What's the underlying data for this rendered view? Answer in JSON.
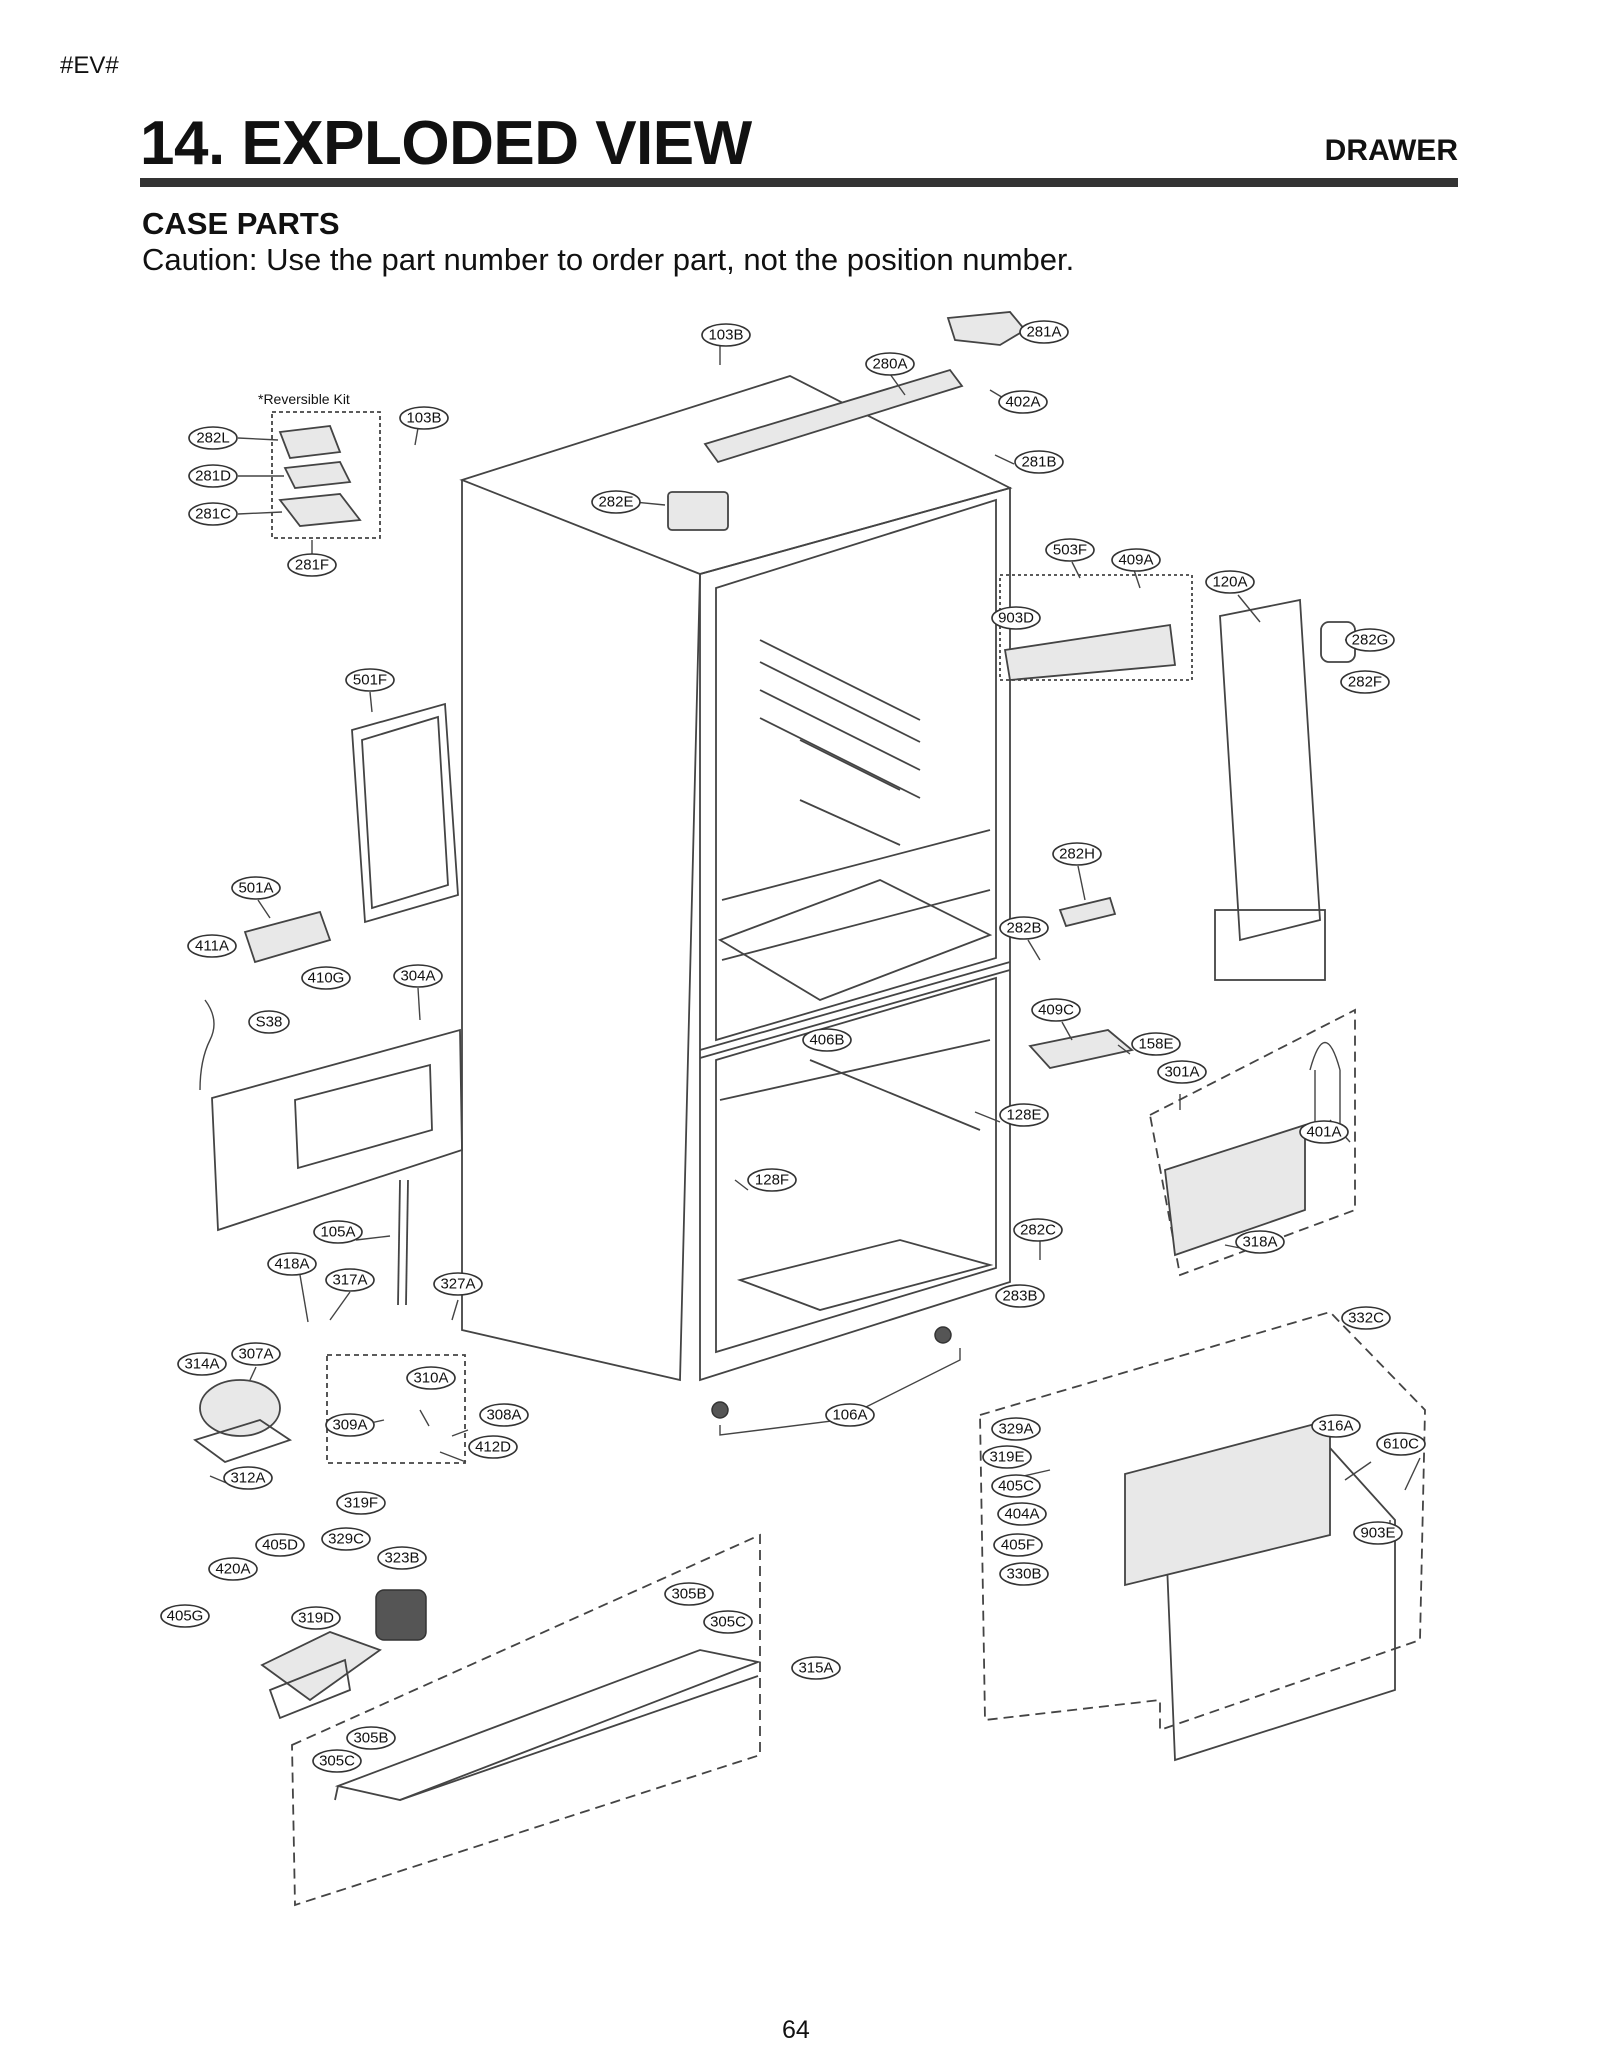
{
  "header": {
    "tag": "#EV#",
    "title": "14. EXPLODED VIEW",
    "section": "DRAWER",
    "subhead": "CASE PARTS",
    "caution": "Caution: Use the part number to order part, not the position number."
  },
  "diagram": {
    "reversible_kit_note": "*Reversible Kit",
    "part_labels": [
      "103B",
      "281A",
      "280A",
      "402A",
      "103B",
      "281B",
      "282L",
      "281D",
      "281C",
      "281F",
      "282E",
      "503F",
      "409A",
      "120A",
      "903D",
      "282G",
      "282F",
      "501F",
      "282H",
      "501A",
      "282B",
      "411A",
      "410G",
      "304A",
      "409C",
      "158E",
      "S38",
      "406B",
      "301A",
      "128E",
      "401A",
      "128F",
      "105A",
      "282C",
      "418A",
      "318A",
      "317A",
      "327A",
      "283B",
      "332C",
      "314A",
      "307A",
      "310A",
      "309A",
      "308A",
      "106A",
      "316A",
      "329A",
      "610C",
      "412D",
      "319E",
      "312A",
      "405C",
      "319F",
      "404A",
      "903E",
      "405D",
      "329C",
      "405F",
      "420A",
      "323B",
      "330B",
      "305B",
      "405G",
      "319D",
      "305C",
      "315A",
      "305B",
      "305C"
    ]
  },
  "footer": {
    "page_number": "64"
  }
}
